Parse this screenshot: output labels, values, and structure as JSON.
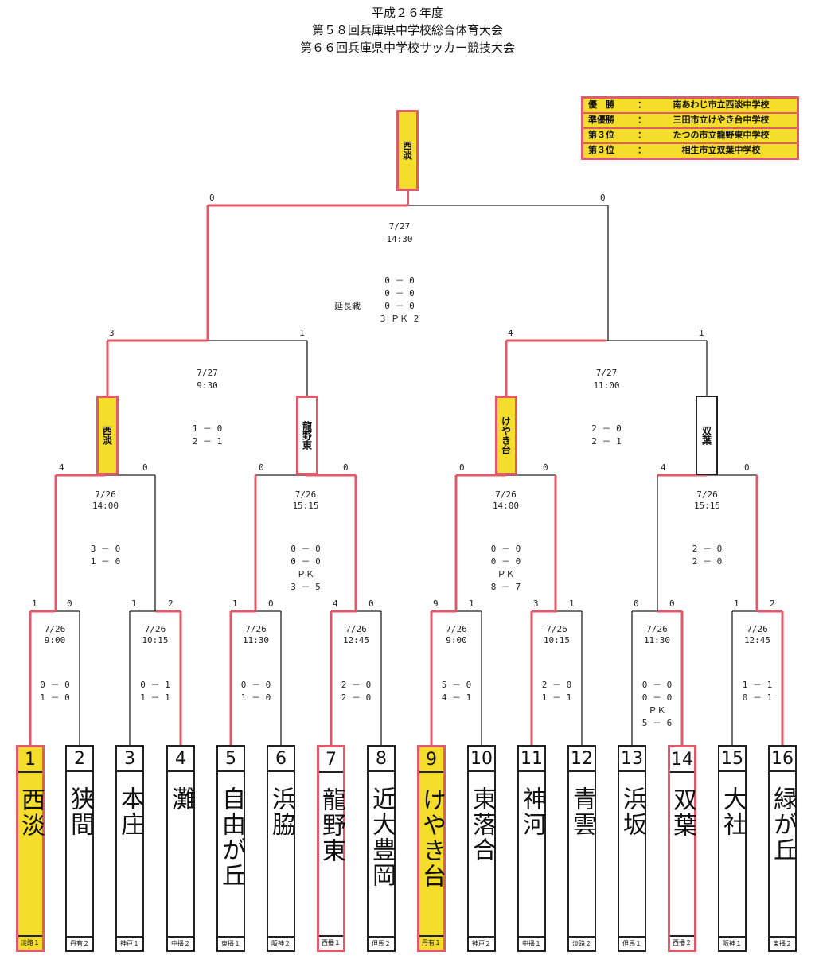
{
  "title": {
    "line1": "平成２６年度",
    "line2": "第５８回兵庫県中学校総合体育大会",
    "line3": "第６６回兵庫県中学校サッカー競技大会"
  },
  "results": [
    {
      "label": "優　勝",
      "sep": "：",
      "value": "南あわじ市立西淡中学校"
    },
    {
      "label": "準優勝",
      "sep": "：",
      "value": "三田市立けやき台中学校"
    },
    {
      "label": "第３位",
      "sep": "：",
      "value": "たつの市立龍野東中学校"
    },
    {
      "label": "第３位",
      "sep": "：",
      "value": "相生市立双葉中学校"
    }
  ],
  "teams": [
    {
      "num": "1",
      "name": "西淡",
      "pref": "淡路１"
    },
    {
      "num": "2",
      "name": "狭間",
      "pref": "丹有２"
    },
    {
      "num": "3",
      "name": "本庄",
      "pref": "神戸１"
    },
    {
      "num": "4",
      "name": "灘",
      "pref": "中播２"
    },
    {
      "num": "5",
      "name": "自由が丘",
      "pref": "東播１"
    },
    {
      "num": "6",
      "name": "浜脇",
      "pref": "阪神２"
    },
    {
      "num": "7",
      "name": "龍野東",
      "pref": "西播１"
    },
    {
      "num": "8",
      "name": "近大豊岡",
      "pref": "但馬２"
    },
    {
      "num": "9",
      "name": "けやき台",
      "pref": "丹有１"
    },
    {
      "num": "10",
      "name": "東落合",
      "pref": "神戸２"
    },
    {
      "num": "11",
      "name": "神河",
      "pref": "中播１"
    },
    {
      "num": "12",
      "name": "青雲",
      "pref": "淡路２"
    },
    {
      "num": "13",
      "name": "浜坂",
      "pref": "但馬１"
    },
    {
      "num": "14",
      "name": "双葉",
      "pref": "西播２"
    },
    {
      "num": "15",
      "name": "大社",
      "pref": "阪神１"
    },
    {
      "num": "16",
      "name": "緑が丘",
      "pref": "東播２"
    }
  ],
  "r1": [
    {
      "date": "7/26",
      "time": "9:00",
      "sl": "1",
      "sr": "0",
      "h1": "0 － 0",
      "h2": "1 － 0",
      "pk": "",
      "pks": ""
    },
    {
      "date": "7/26",
      "time": "10:15",
      "sl": "1",
      "sr": "2",
      "h1": "0 － 1",
      "h2": "1 － 1",
      "pk": "",
      "pks": ""
    },
    {
      "date": "7/26",
      "time": "11:30",
      "sl": "1",
      "sr": "0",
      "h1": "0 － 0",
      "h2": "1 － 0",
      "pk": "",
      "pks": ""
    },
    {
      "date": "7/26",
      "time": "12:45",
      "sl": "4",
      "sr": "0",
      "h1": "2 － 0",
      "h2": "2 － 0",
      "pk": "",
      "pks": ""
    },
    {
      "date": "7/26",
      "time": "9:00",
      "sl": "9",
      "sr": "1",
      "h1": "5 － 0",
      "h2": "4 － 1",
      "pk": "",
      "pks": ""
    },
    {
      "date": "7/26",
      "time": "10:15",
      "sl": "3",
      "sr": "1",
      "h1": "2 － 0",
      "h2": "1 － 1",
      "pk": "",
      "pks": ""
    },
    {
      "date": "7/26",
      "time": "11:30",
      "sl": "0",
      "sr": "0",
      "h1": "0 － 0",
      "h2": "0 － 0",
      "pk": "ＰＫ",
      "pks": "5 － 6"
    },
    {
      "date": "7/26",
      "time": "12:45",
      "sl": "1",
      "sr": "2",
      "h1": "1 － 1",
      "h2": "0 － 1",
      "pk": "",
      "pks": ""
    }
  ],
  "r2": [
    {
      "date": "7/26",
      "time": "14:00",
      "sl": "4",
      "sr": "0",
      "h1": "3 － 0",
      "h2": "1 － 0",
      "pk": "",
      "pks": ""
    },
    {
      "date": "7/26",
      "time": "15:15",
      "sl": "0",
      "sr": "0",
      "h1": "0 － 0",
      "h2": "0 － 0",
      "pk": "ＰＫ",
      "pks": "3 － 5"
    },
    {
      "date": "7/26",
      "time": "14:00",
      "sl": "0",
      "sr": "0",
      "h1": "0 － 0",
      "h2": "0 － 0",
      "pk": "ＰＫ",
      "pks": "8 － 7"
    },
    {
      "date": "7/26",
      "time": "15:15",
      "sl": "4",
      "sr": "0",
      "h1": "2 － 0",
      "h2": "2 － 0",
      "pk": "",
      "pks": ""
    }
  ],
  "r2_winners": [
    "西淡",
    "龍野東",
    "けやき台",
    "双葉"
  ],
  "sf": [
    {
      "date": "7/27",
      "time": "9:30",
      "sl": "3",
      "sr": "1",
      "h1": "1 － 0",
      "h2": "2 － 1"
    },
    {
      "date": "7/27",
      "time": "11:00",
      "sl": "4",
      "sr": "1",
      "h1": "2 － 0",
      "h2": "2 － 1"
    }
  ],
  "final": {
    "date": "7/27",
    "time": "14:30",
    "sl": "0",
    "sr": "0",
    "h1": "0 － 0",
    "h2": "0 － 0",
    "et_label": "延長戦",
    "et": "0 － 0",
    "pk": "3 ＰＫ 2",
    "champion": "西淡"
  }
}
